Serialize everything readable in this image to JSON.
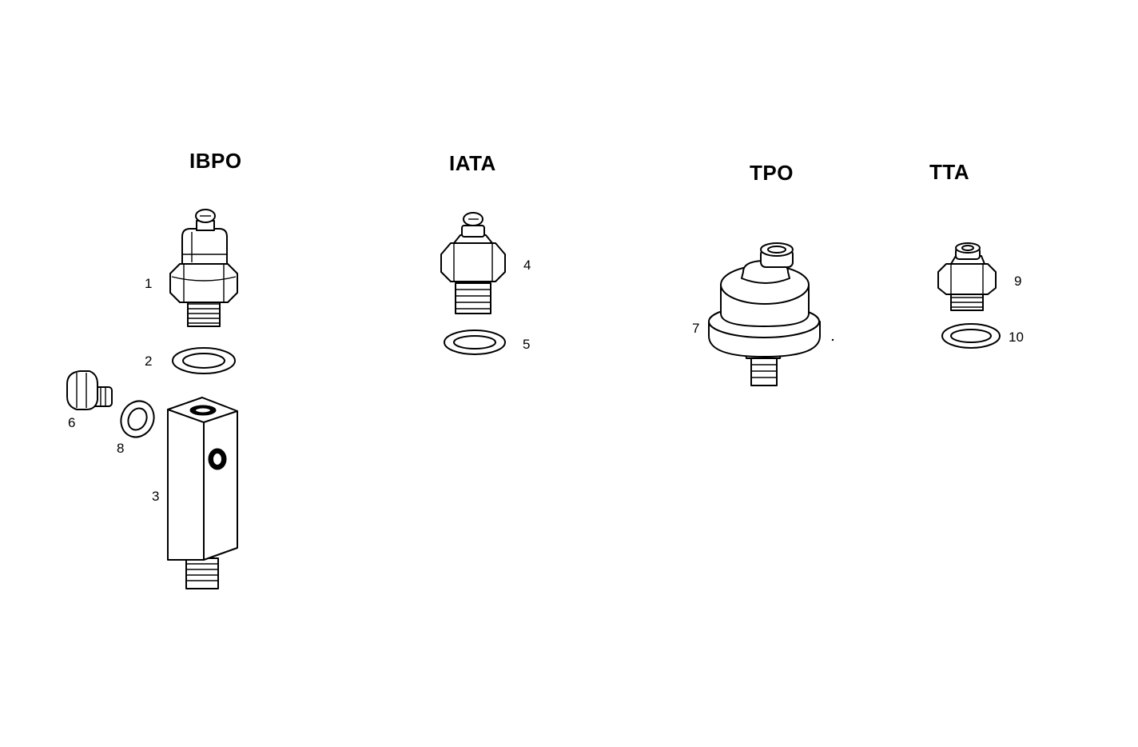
{
  "groups": [
    {
      "key": "ibpo",
      "title": "IBPO"
    },
    {
      "key": "iata",
      "title": "IATA"
    },
    {
      "key": "tpo",
      "title": "TPO"
    },
    {
      "key": "tta",
      "title": "TTA"
    }
  ],
  "callouts": [
    "1",
    "2",
    "3",
    "4",
    "5",
    "6",
    "7",
    "8",
    "9",
    "10"
  ],
  "colors": {
    "line": "#000000",
    "background": "#ffffff"
  }
}
